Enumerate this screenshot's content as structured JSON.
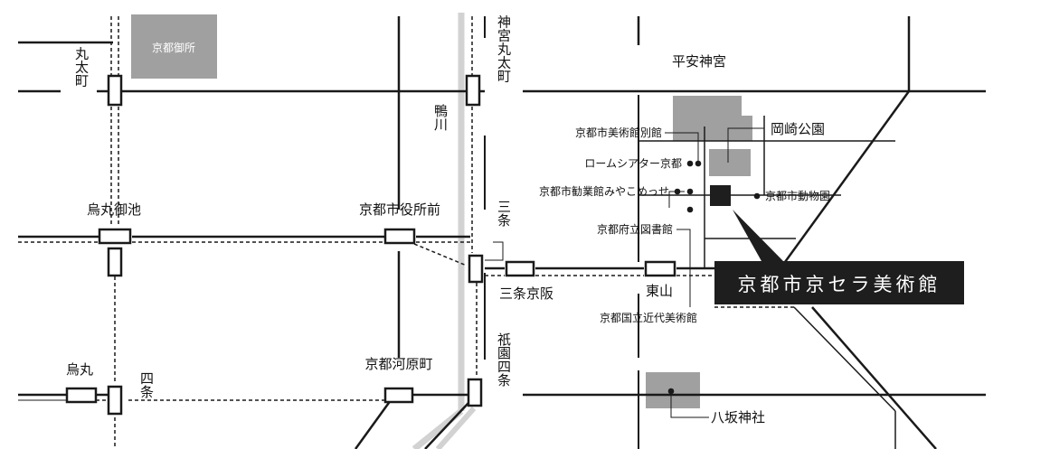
{
  "areas": {
    "imperial_palace": "京都御所",
    "heian_shrine": "平安神宮",
    "okazaki_park": "岡崎公園",
    "yasaka_shrine": "八坂神社"
  },
  "stations": {
    "marutamachi": "丸太町",
    "jingu_marutamachi": "神宮丸太町",
    "karasuma_oike": "烏丸御池",
    "kyoto_shiyakusho_mae": "京都市役所前",
    "sanjo": "三条",
    "sanjo_keihan": "三条京阪",
    "higashiyama": "東山",
    "karasuma": "烏丸",
    "shijo": "四条",
    "kyoto_kawaramachi": "京都河原町",
    "gion_shijo": "祇園四条"
  },
  "river": "鴨川",
  "facilities": {
    "art_museum_annex": "京都市美術館別館",
    "rohm_theatre": "ロームシアター京都",
    "miyakomesse": "京都市勧業館みやこめっせ",
    "zoo": "京都市動物園",
    "prefectural_library": "京都府立図書館",
    "national_museum_modern_art": "京都国立近代美術館"
  },
  "highlight": {
    "label": "京都市京セラ美術館",
    "bg_color": "#1e1e1e",
    "text_color": "#ffffff"
  },
  "colors": {
    "road": "#1a1a1a",
    "area": "#a0a0a0",
    "river": "#d2d2d2",
    "museum": "#1e1e1e"
  }
}
